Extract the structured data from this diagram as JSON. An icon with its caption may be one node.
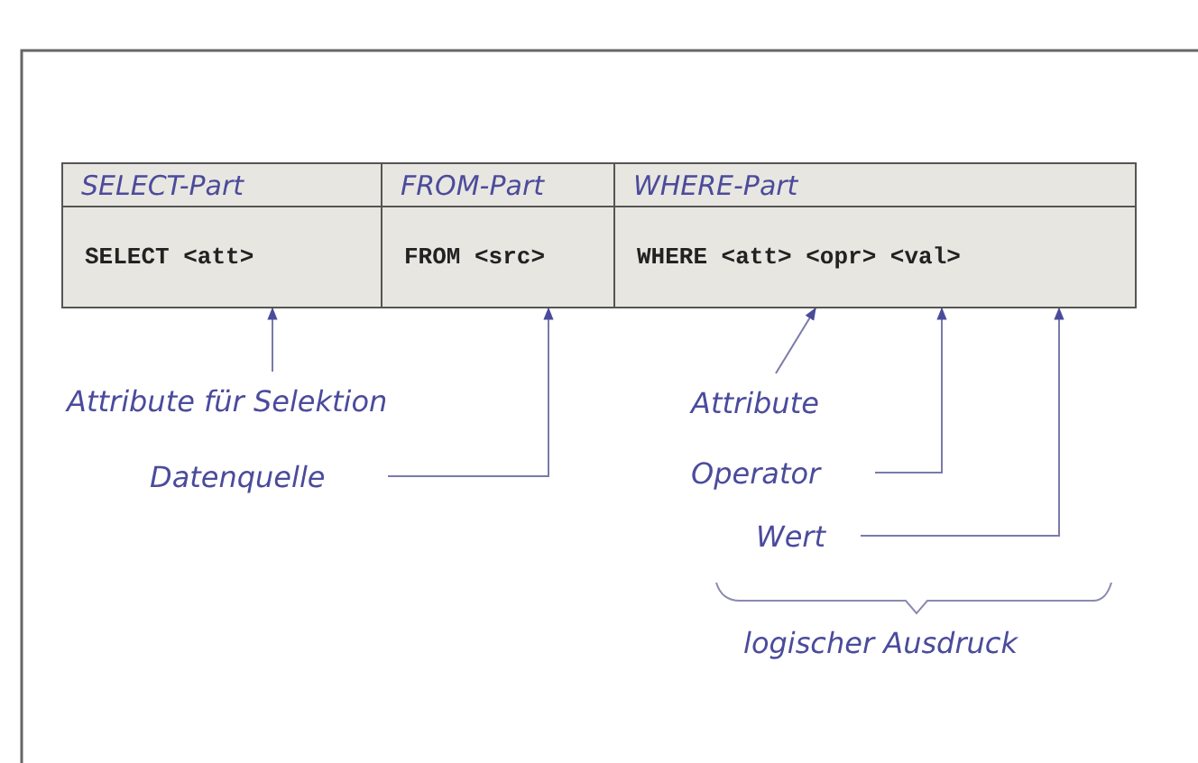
{
  "diagram": {
    "nodes": [
      {
        "text": [
          "SELECT-Part"
        ]
      },
      {
        "text": [
          "FROM-Part"
        ]
      },
      {
        "text": [
          "WHERE-Part"
        ]
      },
      {
        "text": [
          "SELECT <att>"
        ]
      },
      {
        "text": [
          "FROM <src>"
        ]
      },
      {
        "text": [
          "WHERE <att> <opr> <val>"
        ]
      },
      {
        "text": [
          "Attribute für Selektion"
        ]
      },
      {
        "text": [
          "Datenquelle"
        ]
      },
      {
        "text": [
          "Attribute"
        ]
      },
      {
        "text": [
          "Operator"
        ]
      },
      {
        "text": [
          "Wert"
        ]
      }
    ],
    "edges": [
      {
        "from": 6,
        "to": 3,
        "arrow": "to"
      },
      {
        "from": 7,
        "to": 4,
        "arrow": "to"
      },
      {
        "from": 8,
        "to": 5,
        "arrow": "to"
      },
      {
        "from": 9,
        "to": 5,
        "arrow": "to"
      },
      {
        "from": 10,
        "to": 5,
        "arrow": "to"
      }
    ],
    "labels": [
      "logischer Ausdruck"
    ]
  }
}
